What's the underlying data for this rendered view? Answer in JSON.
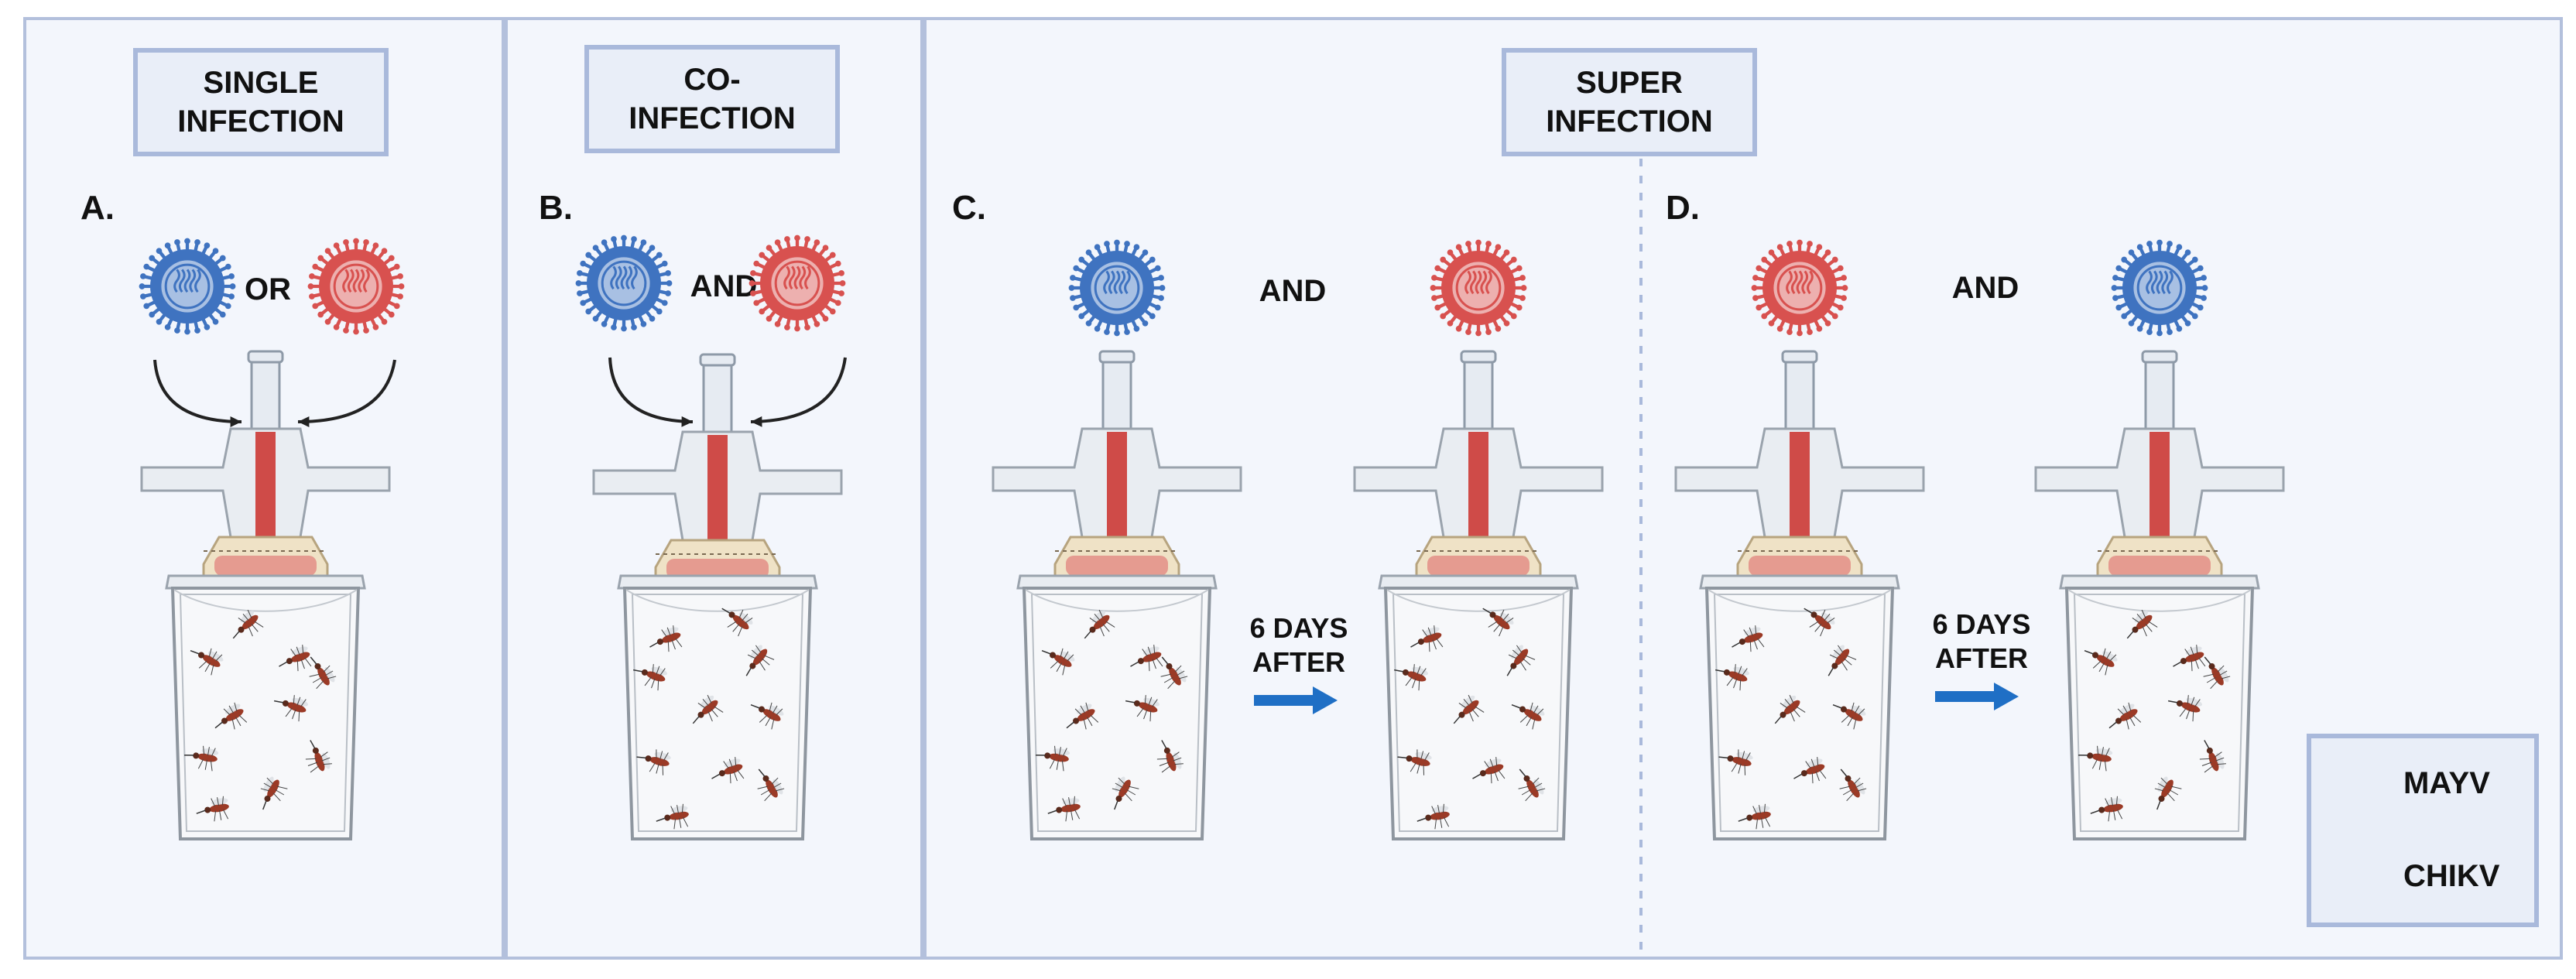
{
  "colors": {
    "mayv": "#3f73c0",
    "chikv": "#d8514f",
    "arrow": "#1f6fc5",
    "panel_border": "#b3c0dc",
    "panel_bg": "#f3f6fc"
  },
  "headers": {
    "single": "SINGLE\nINFECTION",
    "co": "CO-\nINFECTION",
    "super": "SUPER\nINFECTION"
  },
  "panels": {
    "a": {
      "label": "A.",
      "connector": "OR"
    },
    "b": {
      "label": "B.",
      "connector": "AND"
    },
    "c": {
      "label": "C.",
      "connector": "AND",
      "delay": "6 DAYS\nAFTER"
    },
    "d": {
      "label": "D.",
      "connector": "AND",
      "delay": "6 DAYS\nAFTER"
    }
  },
  "legend": [
    {
      "label": "MAYV",
      "icon": "mayv-virus-icon"
    },
    {
      "label": "CHIKV",
      "icon": "chikv-virus-icon"
    }
  ]
}
